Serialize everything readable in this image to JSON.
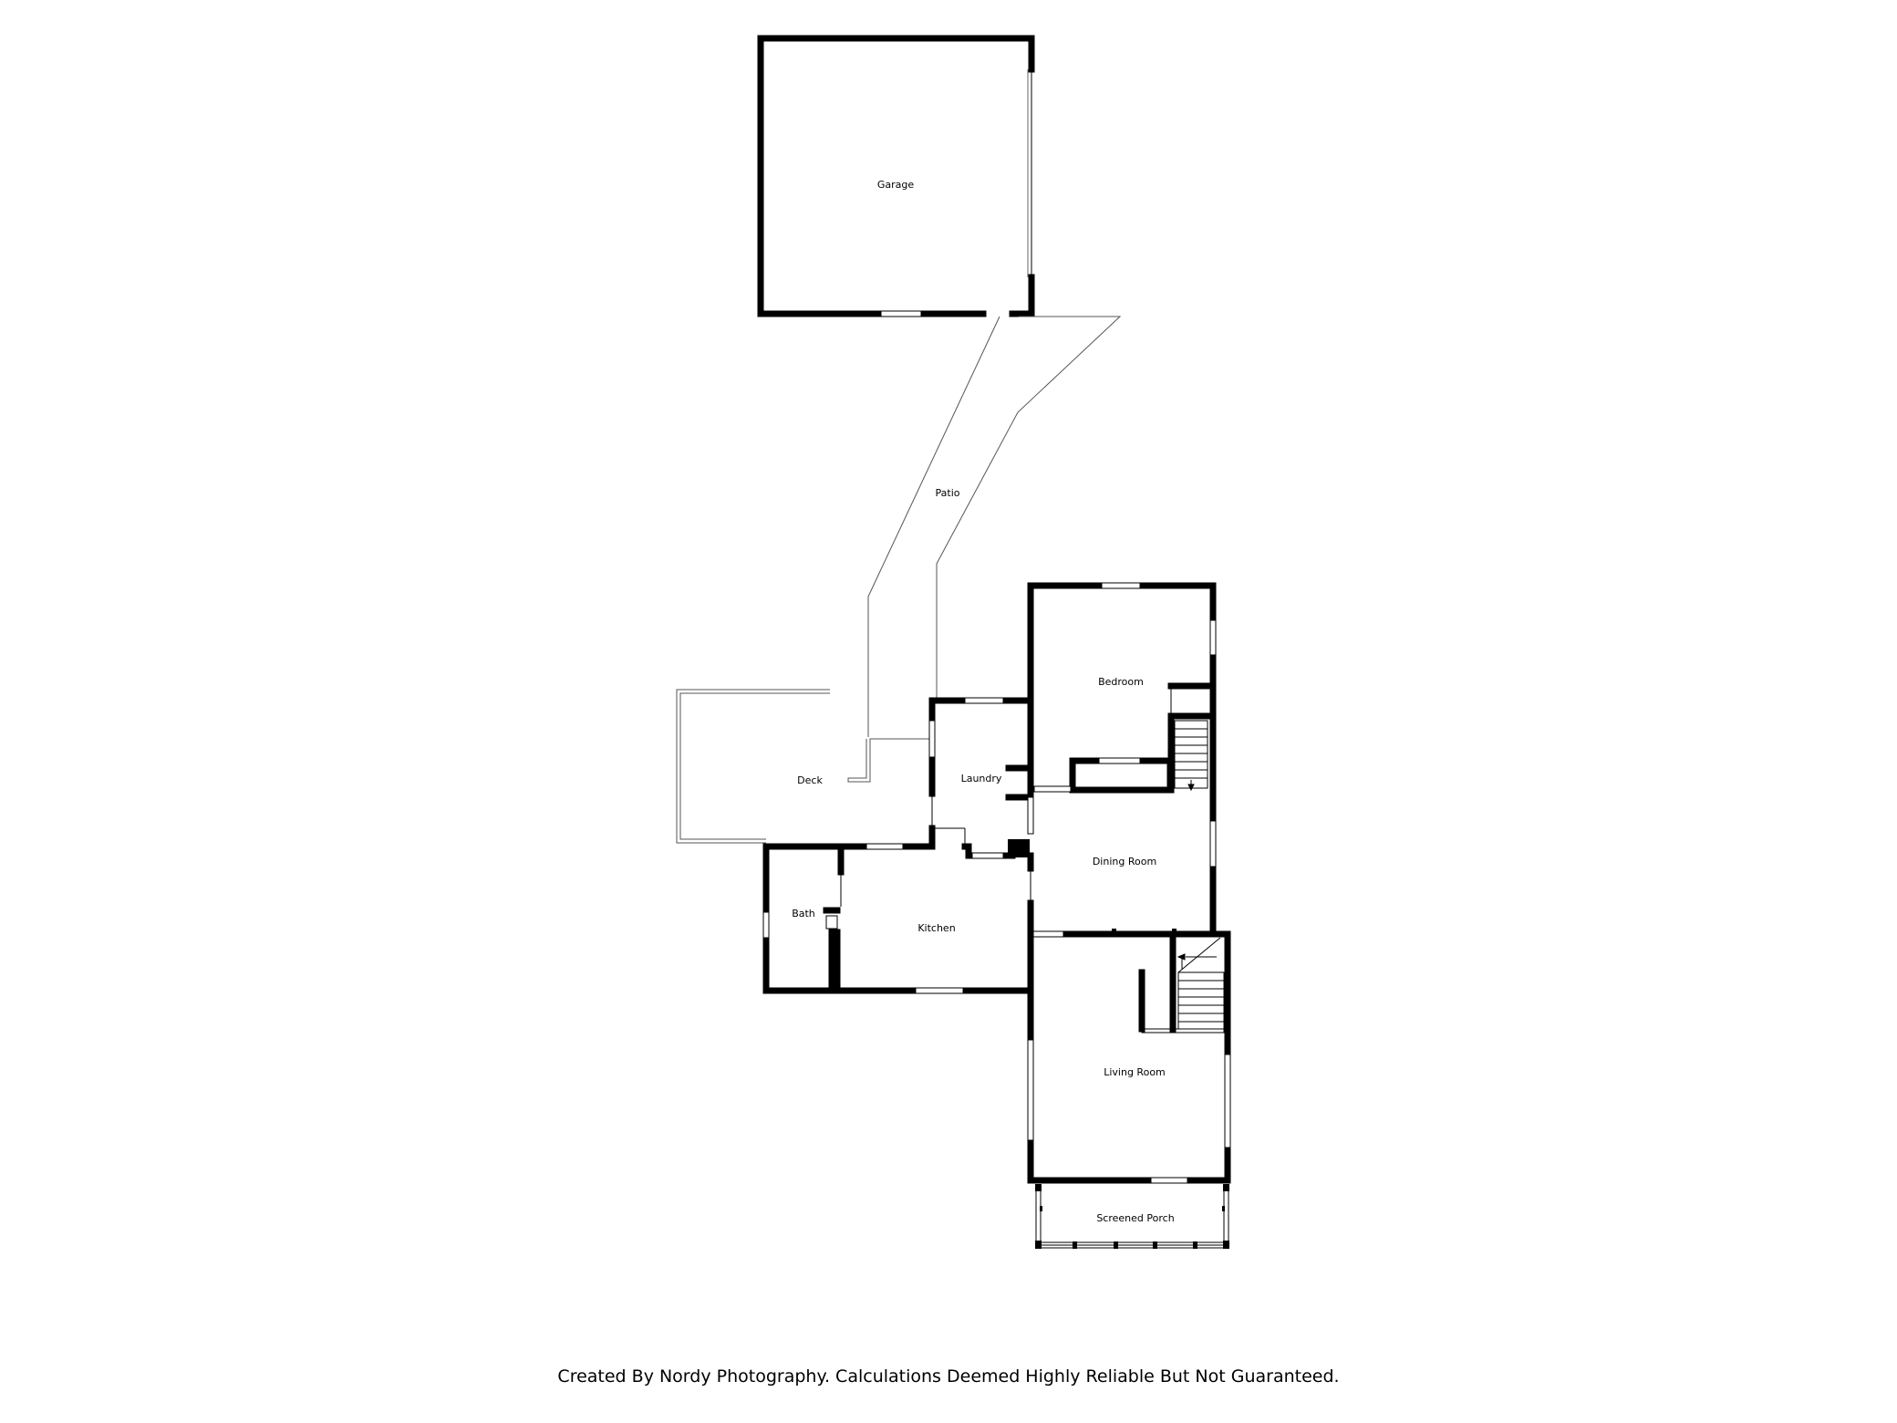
{
  "rooms": {
    "garage": "Garage",
    "patio": "Patio",
    "bedroom": "Bedroom",
    "deck": "Deck",
    "laundry": "Laundry",
    "dining_room": "Dining Room",
    "bath": "Bath",
    "kitchen": "Kitchen",
    "living_room": "Living Room",
    "screened_porch": "Screened Porch"
  },
  "footer": {
    "credit": "Created By Nordy Photography. Calculations Deemed Highly Reliable But Not Guaranteed."
  }
}
